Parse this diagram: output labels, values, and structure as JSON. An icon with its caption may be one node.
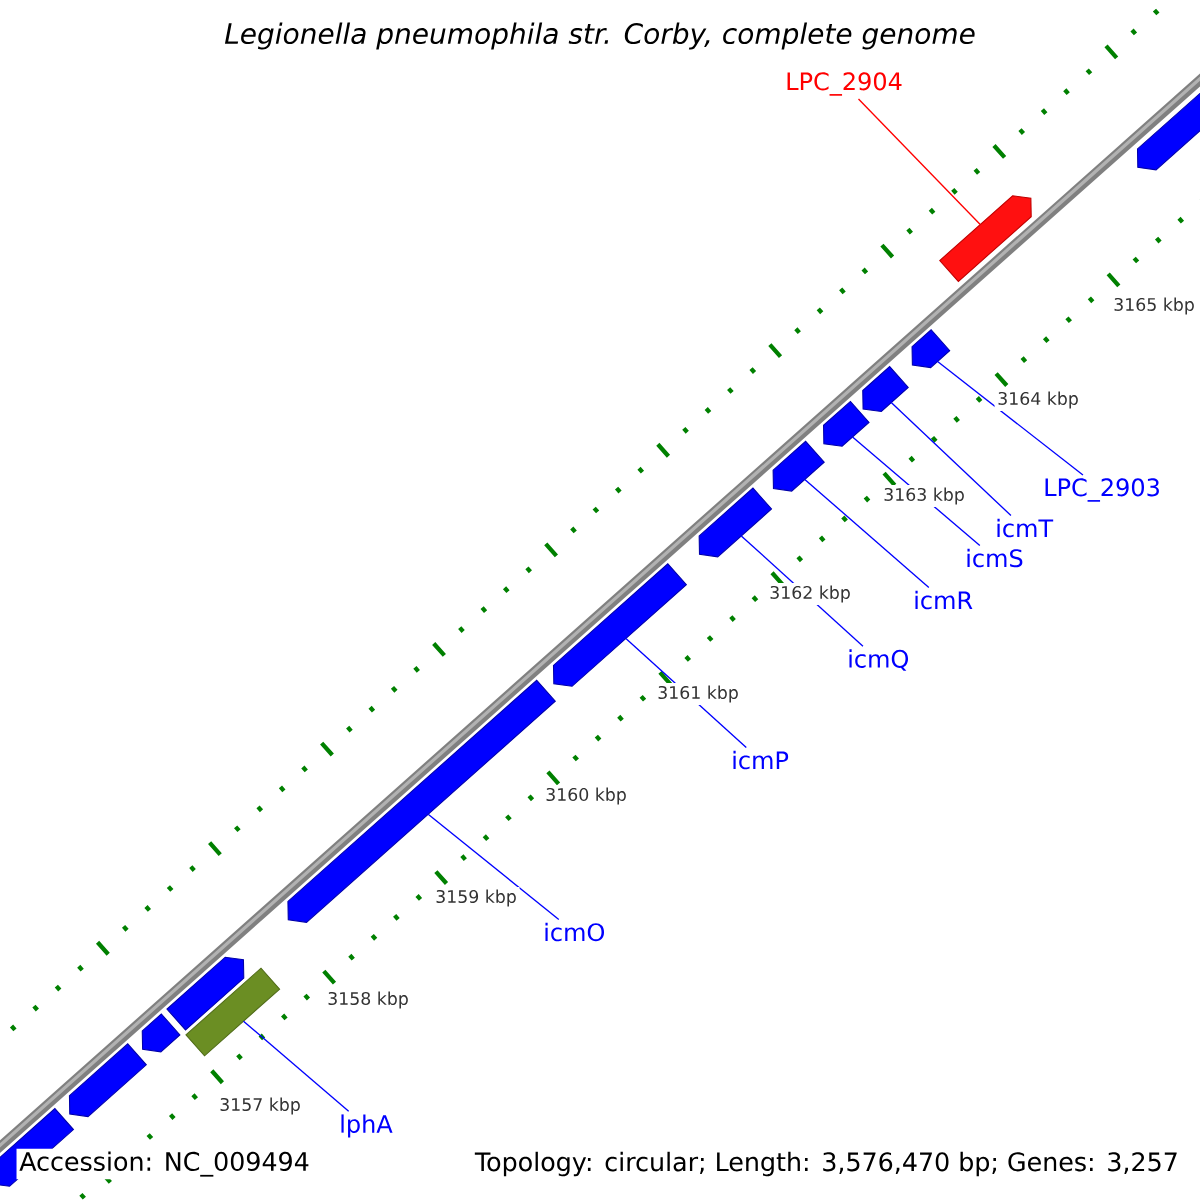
{
  "diagram": {
    "title": "Legionella pneumophila str. Corby, complete genome",
    "nodes": [
      {
        "text": [
          "LPC_2904"
        ]
      },
      {
        "text": [
          "LPC_2903"
        ]
      },
      {
        "text": [
          "icmT"
        ]
      },
      {
        "text": [
          "icmS"
        ]
      },
      {
        "text": [
          "icmR"
        ]
      },
      {
        "text": [
          "icmQ"
        ]
      },
      {
        "text": [
          "icmP"
        ]
      },
      {
        "text": [
          "icmO"
        ]
      },
      {
        "text": [
          "lphA"
        ]
      },
      {
        "text": [],
        "shape": "bar"
      },
      {
        "text": [],
        "shape": "bar"
      },
      {
        "text": [],
        "shape": "bar"
      },
      {
        "text": [],
        "shape": "bar"
      },
      {
        "text": [],
        "shape": "bar"
      },
      {
        "text": [],
        "shape": "bar"
      },
      {
        "text": [],
        "shape": "bar"
      },
      {
        "text": [],
        "shape": "bar"
      },
      {
        "text": [],
        "shape": "bar"
      },
      {
        "text": [],
        "shape": "bar"
      },
      {
        "text": [],
        "shape": "bar"
      },
      {
        "text": [],
        "shape": "bar"
      },
      {
        "text": [],
        "shape": "bar"
      },
      {
        "text": [],
        "shape": "bar"
      }
    ],
    "edges": [
      {
        "from": 0,
        "to": 9,
        "arrow": "none",
        "color": "#ff0000"
      },
      {
        "from": 1,
        "to": 11,
        "arrow": "none"
      },
      {
        "from": 2,
        "to": 12,
        "arrow": "none"
      },
      {
        "from": 3,
        "to": 13,
        "arrow": "none"
      },
      {
        "from": 4,
        "to": 14,
        "arrow": "none"
      },
      {
        "from": 5,
        "to": 15,
        "arrow": "none"
      },
      {
        "from": 6,
        "to": 16,
        "arrow": "none"
      },
      {
        "from": 7,
        "to": 17,
        "arrow": "none"
      },
      {
        "from": 8,
        "to": 19,
        "arrow": "none"
      }
    ],
    "labels": [
      "3165 kbp",
      "3164 kbp",
      "3163 kbp",
      "3162 kbp",
      "3161 kbp",
      "3160 kbp",
      "3159 kbp",
      "3158 kbp",
      "3157 kbp",
      "Accession: NC_009494",
      "Topology: circular; Length: 3,576,470 bp; Genes: 3,257"
    ]
  }
}
